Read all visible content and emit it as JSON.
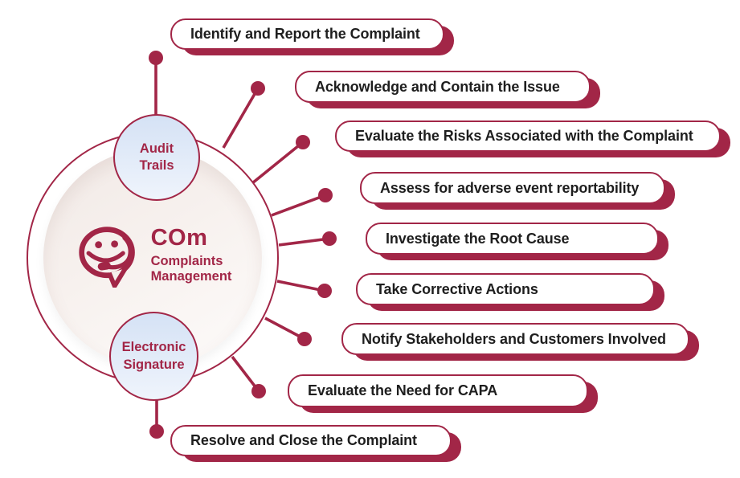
{
  "center": {
    "acronym": "COm",
    "name_line1": "Complaints",
    "name_line2": "Management",
    "icon": "chat-headset-icon"
  },
  "satellites": [
    {
      "name": "Audit Trails",
      "lines": [
        "Audit",
        "Trails"
      ]
    },
    {
      "name": "Electronic Signature",
      "lines": [
        "Electronic",
        "Signature"
      ]
    }
  ],
  "steps": [
    {
      "label": "Identify and Report the Complaint"
    },
    {
      "label": "Acknowledge and Contain the Issue"
    },
    {
      "label": "Evaluate the Risks Associated with the Complaint"
    },
    {
      "label": "Assess for adverse event reportability"
    },
    {
      "label": "Investigate the Root Cause"
    },
    {
      "label": "Take Corrective Actions"
    },
    {
      "label": "Notify Stakeholders and Customers Involved"
    },
    {
      "label": "Evaluate the Need for CAPA"
    },
    {
      "label": "Resolve and Close the Complaint"
    }
  ],
  "colors": {
    "accent": "#A22647",
    "box_text": "#1E1E1E",
    "pill_bg": "#FFFFFF",
    "satellite_top": "#D5E2F5",
    "satellite_bottom": "#EFF4FC",
    "inner_top": "#F1E9E6",
    "inner_bottom": "#FDFBFA"
  }
}
